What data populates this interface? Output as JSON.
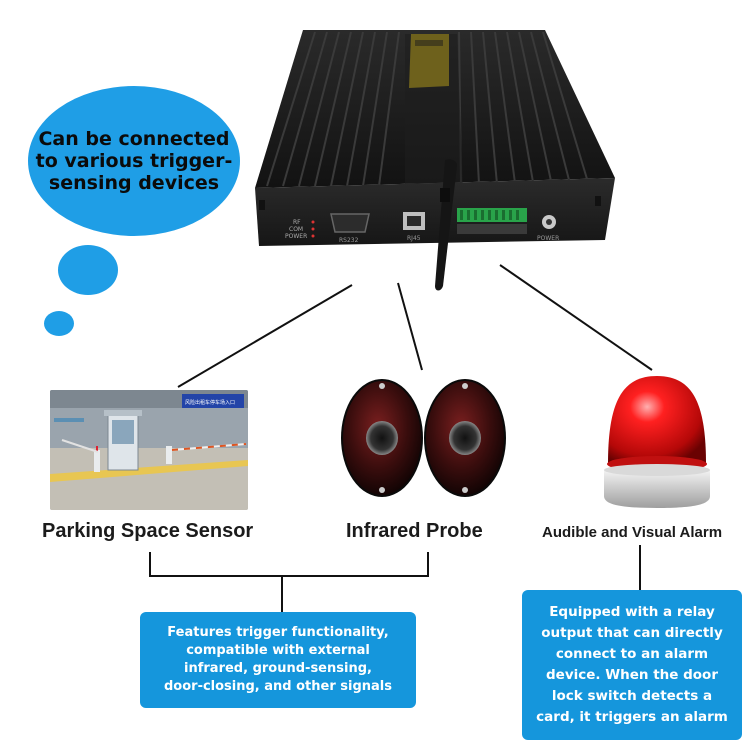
{
  "bubble": {
    "text": "Can be connected to various trigger-sensing devices"
  },
  "device": {
    "indicator_labels": [
      "RF",
      "COM",
      "POWER"
    ],
    "port_labels": [
      "RS232",
      "RJ45",
      "POWER"
    ]
  },
  "items": [
    {
      "label": "Parking Space Sensor",
      "sign_text": "风险出租车停车场入口"
    },
    {
      "label": "Infrared Probe"
    },
    {
      "label": "Audible and Visual Alarm"
    }
  ],
  "info_left": "Features trigger functionality,\ncompatible with external\ninfrared, ground-sensing,\ndoor-closing, and other signals",
  "info_right": "Equipped with a relay\noutput that can directly\nconnect to an alarm\ndevice. When the door\nlock switch detects a\ncard, it triggers an alarm",
  "colors": {
    "bubble": "#1f9ee6",
    "info_box": "#1596dc",
    "device": "#1c1c1c",
    "alarm_red": "#e01010"
  }
}
